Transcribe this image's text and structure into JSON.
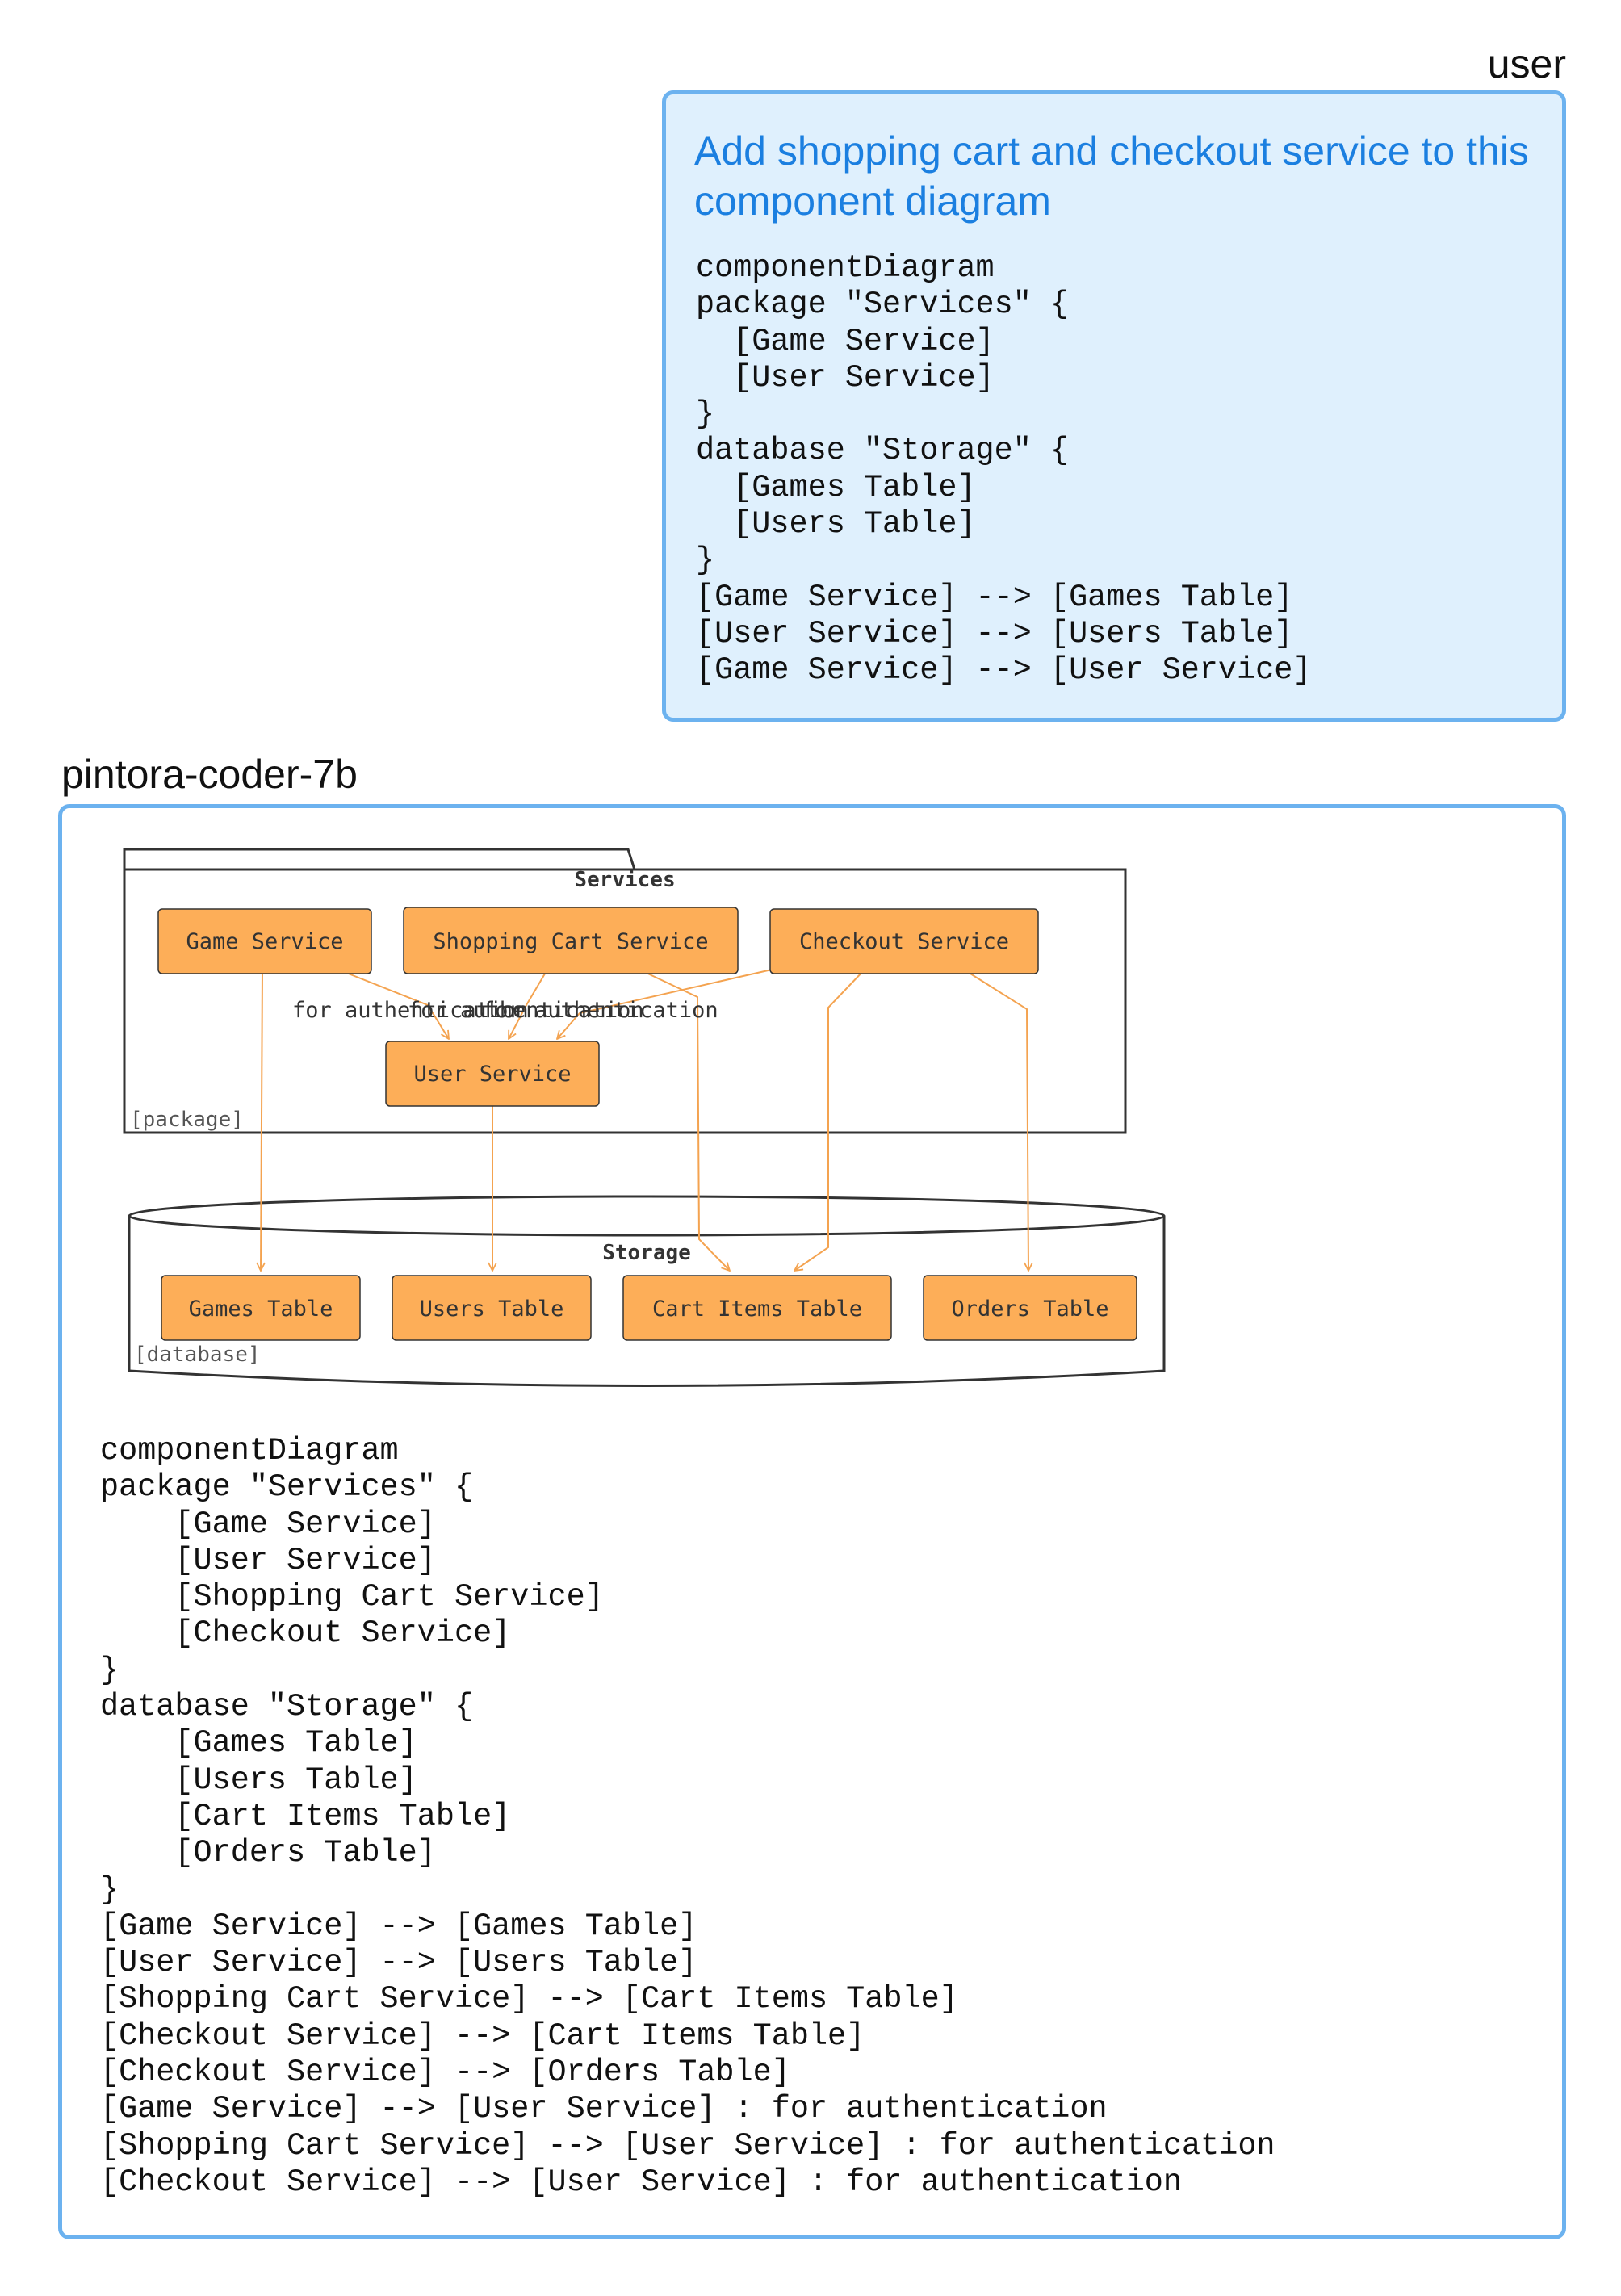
{
  "conversation": {
    "user_label": "user",
    "assistant_label": "pintora-coder-7b",
    "user_message": {
      "prompt": "Add shopping cart and checkout service to this component diagram",
      "code": "componentDiagram\npackage \"Services\" {\n  [Game Service]\n  [User Service]\n}\ndatabase \"Storage\" {\n  [Games Table]\n  [Users Table]\n}\n[Game Service] --> [Games Table]\n[User Service] --> [Users Table]\n[Game Service] --> [User Service]"
    },
    "assistant_message": {
      "code": "componentDiagram\npackage \"Services\" {\n    [Game Service]\n    [User Service]\n    [Shopping Cart Service]\n    [Checkout Service]\n}\ndatabase \"Storage\" {\n    [Games Table]\n    [Users Table]\n    [Cart Items Table]\n    [Orders Table]\n}\n[Game Service] --> [Games Table]\n[User Service] --> [Users Table]\n[Shopping Cart Service] --> [Cart Items Table]\n[Checkout Service] --> [Cart Items Table]\n[Checkout Service] --> [Orders Table]\n[Game Service] --> [User Service] : for authentication\n[Shopping Cart Service] --> [User Service] : for authentication\n[Checkout Service] --> [User Service] : for authentication"
    }
  },
  "diagram": {
    "package": {
      "title": "Services",
      "type_label": "[package]"
    },
    "database": {
      "title": "Storage",
      "type_label": "[database]"
    },
    "components": {
      "game_service": "Game Service",
      "shopping_cart_service": "Shopping Cart Service",
      "checkout_service": "Checkout Service",
      "user_service": "User Service",
      "games_table": "Games Table",
      "users_table": "Users Table",
      "cart_items_table": "Cart Items Table",
      "orders_table": "Orders Table"
    },
    "edge_labels": {
      "game_to_user": "for authentication",
      "cart_to_user": "for authentication",
      "checkout_to_user": "for authentication"
    },
    "colors": {
      "component_fill": "#fdae58",
      "edge": "#f4a350",
      "container_stroke": "#333333",
      "user_bubble_bg": "#dff0fd",
      "bubble_border": "#6cb2ef",
      "prompt_text": "#1b7fe0"
    }
  }
}
